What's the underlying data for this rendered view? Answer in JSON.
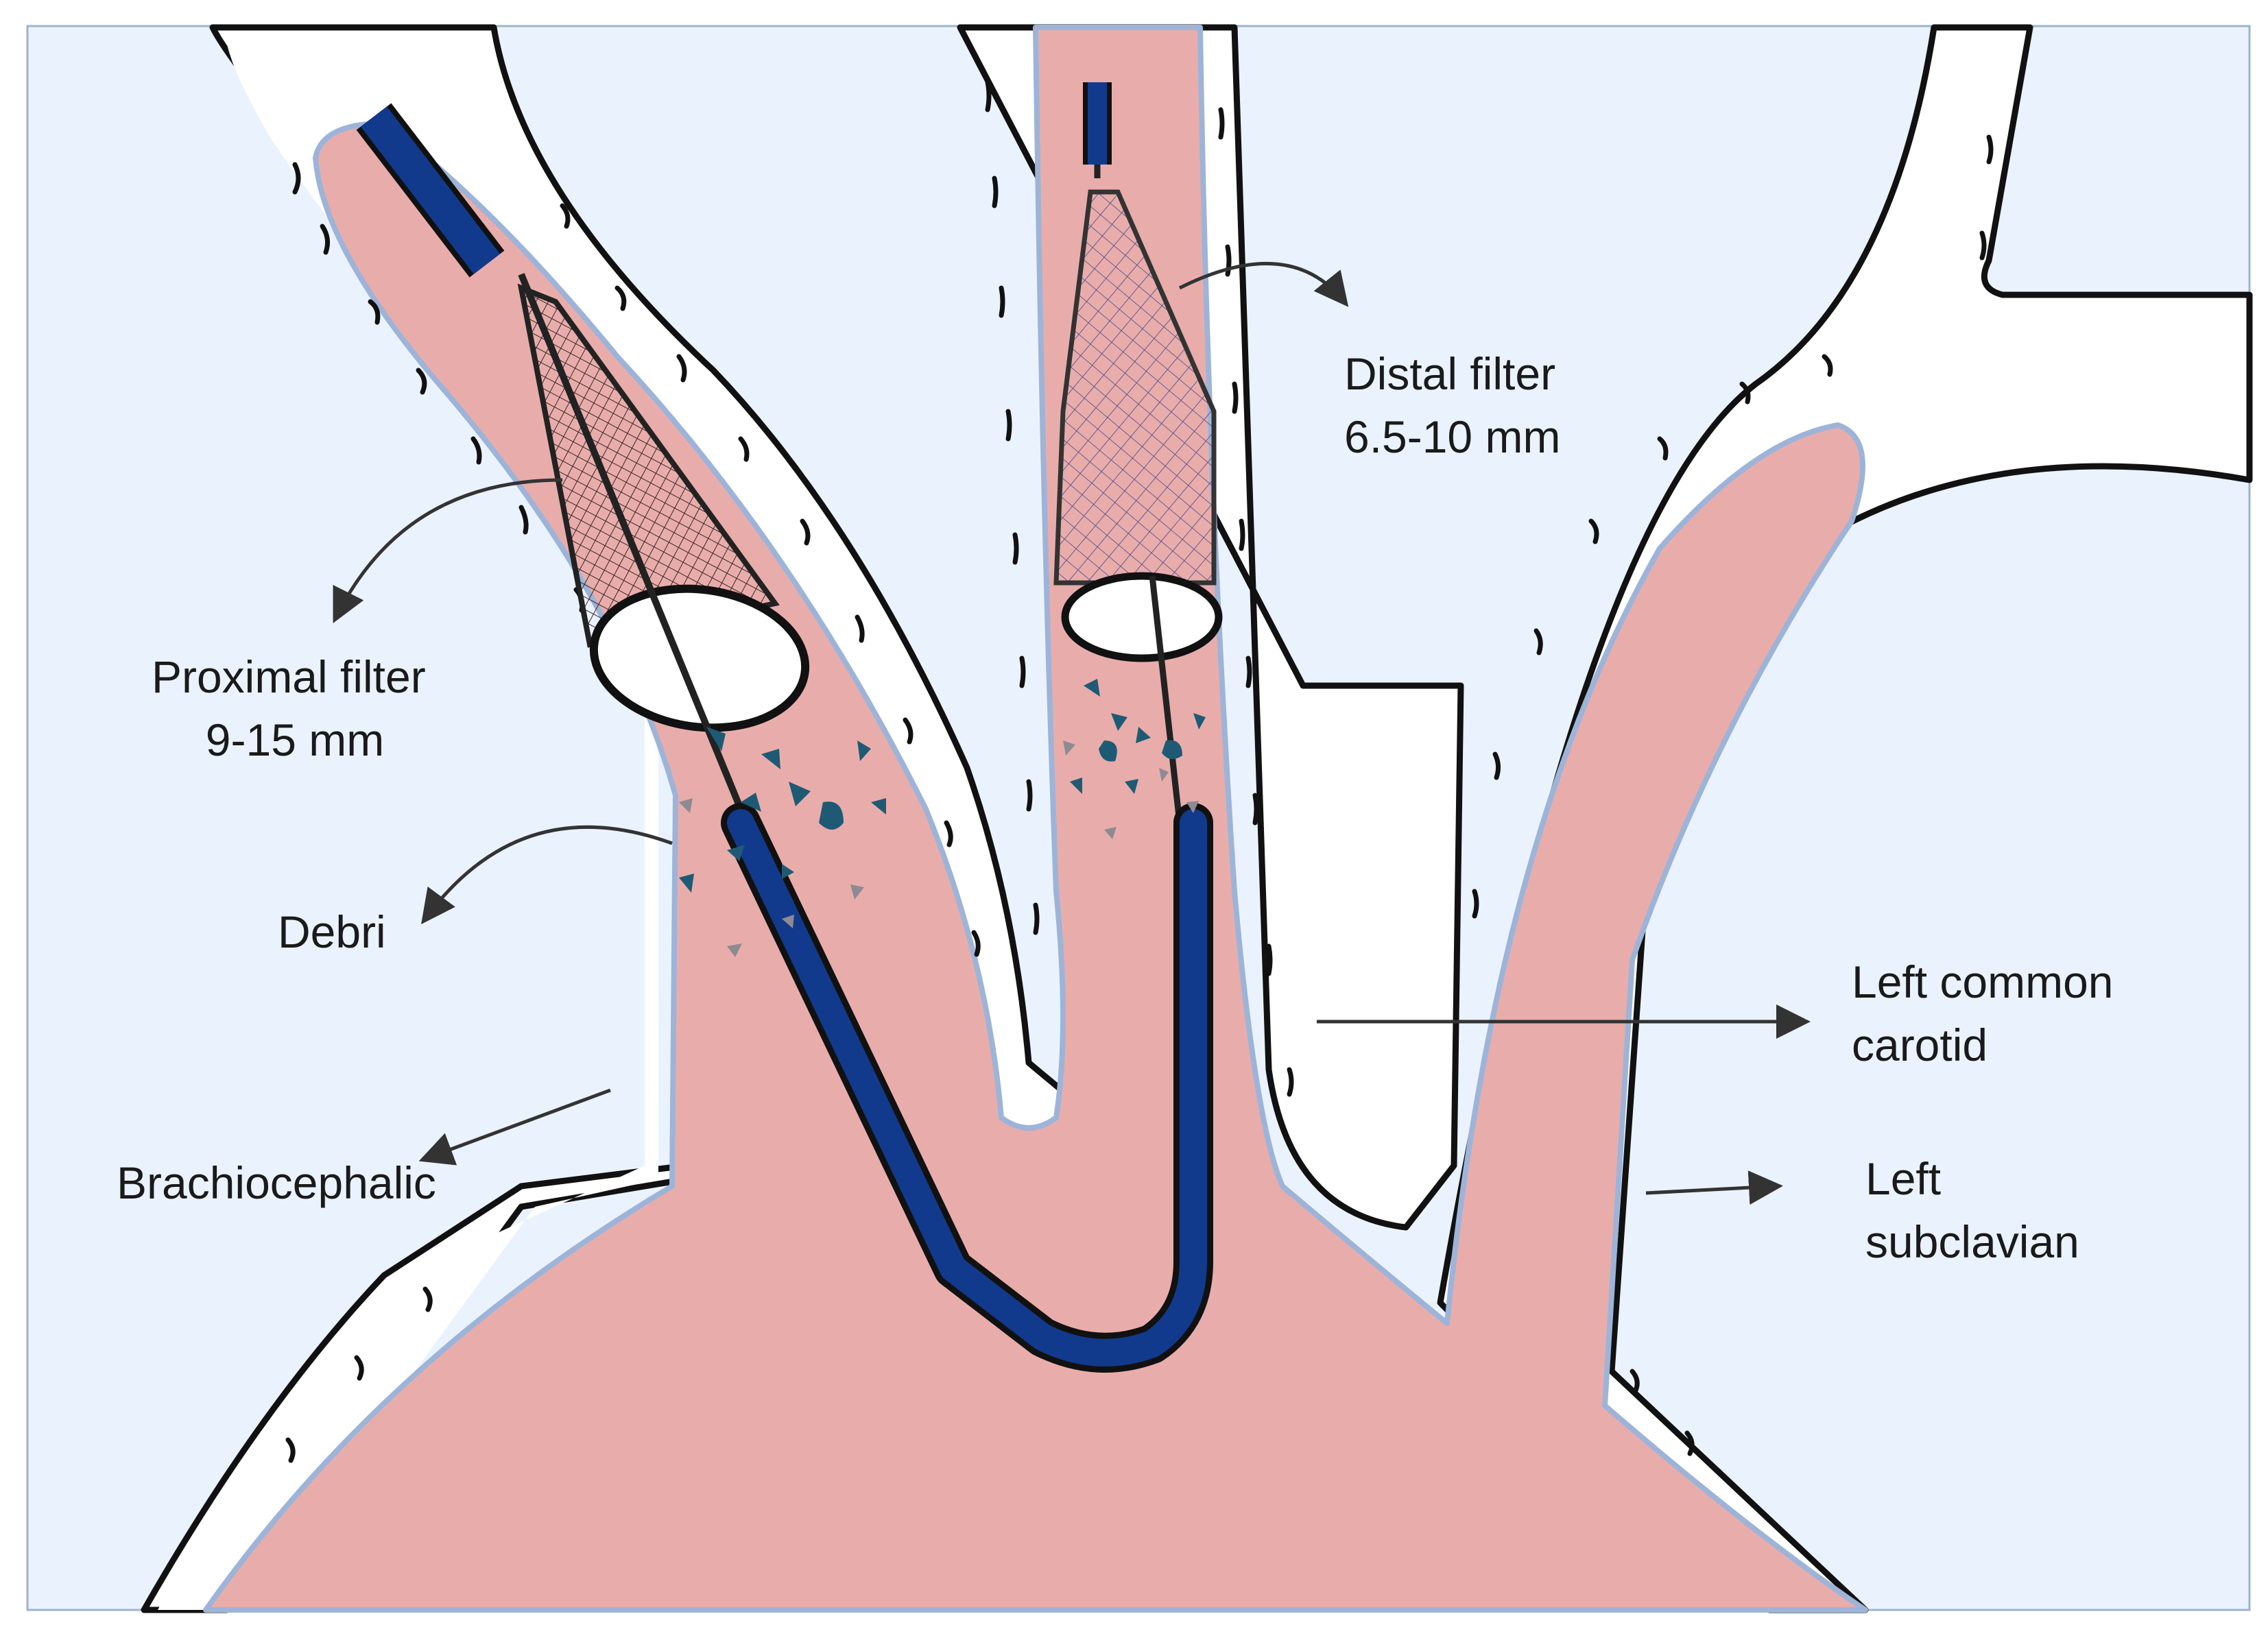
{
  "labels": {
    "proximal_filter": [
      "Proximal filter",
      "9-15 mm"
    ],
    "distal_filter": [
      "Distal filter",
      "6.5-10 mm"
    ],
    "debri": "Debri",
    "brachiocephalic": "Brachiocephalic",
    "left_common_carotid": [
      "Left common",
      "carotid"
    ],
    "left_subclavian": [
      "Left",
      "subclavian"
    ]
  },
  "colors": {
    "background": "#eaf3fd",
    "vessel_wall": "#ffffff",
    "wall_outline": "#111111",
    "lumen": "#e8adab",
    "lumen_edge": "#9db4d8",
    "catheter": "#123a8c",
    "debris_dark": "#1f5a74",
    "debris_light": "#8d8a92",
    "arrow": "#333333"
  }
}
